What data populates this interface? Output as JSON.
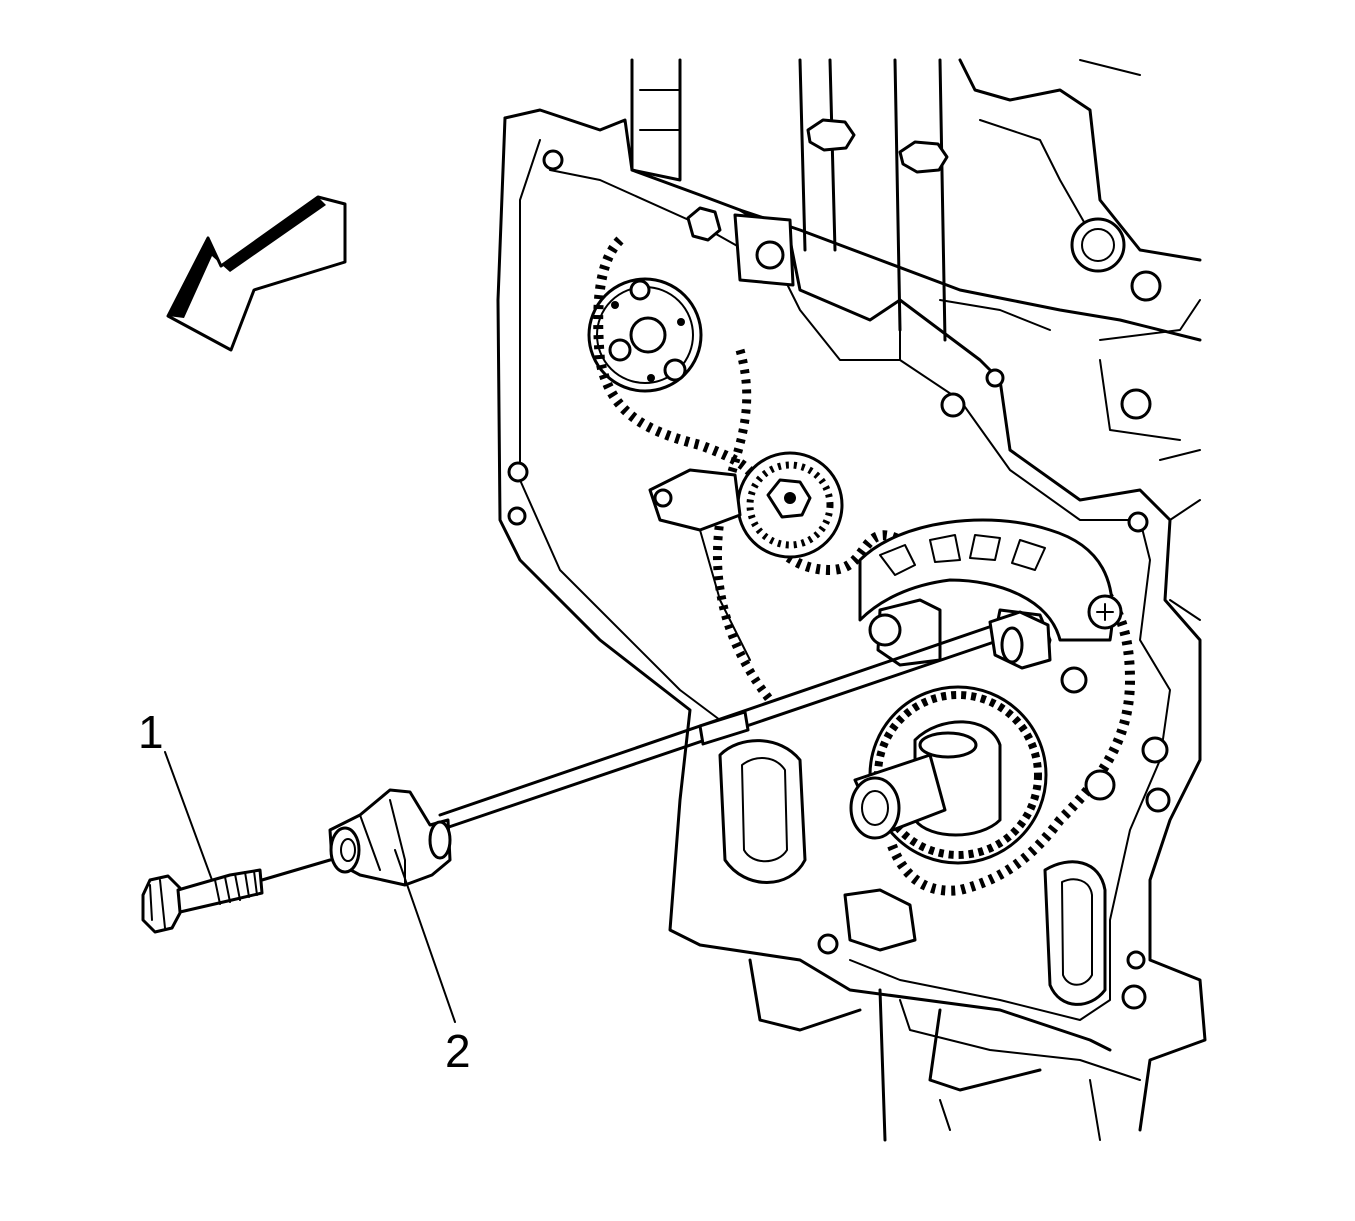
{
  "callouts": [
    {
      "number": "1",
      "part": "bolt"
    },
    {
      "number": "2",
      "part": "bracket"
    }
  ]
}
